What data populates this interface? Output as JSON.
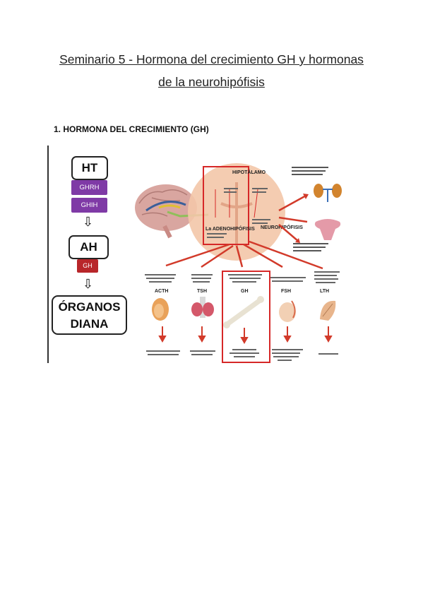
{
  "title_line1": "Seminario 5 - Hormona del crecimiento GH y hormonas",
  "title_line2": "de la neurohipófisis",
  "section_heading": "1. HORMONA DEL CRECIMIENTO (GH)",
  "flow": {
    "ht": "HT",
    "ghrh": "GHRH",
    "ghih": "GHIH",
    "ah": "AH",
    "gh": "GH",
    "organos_line1": "ÓRGANOS",
    "organos_line2": "DIANA",
    "arrow_glyph": "⇩"
  },
  "figure": {
    "hipotalamo": "HIPOTÁLAMO",
    "adenohipofisis": "La ADENOHIPÓFISIS",
    "neurohipofisis": "NEUROHIPÓFISIS",
    "hormones": [
      "ACTH",
      "TSH",
      "GH",
      "FSH",
      "LTH"
    ],
    "colors": {
      "frame": "#d62828",
      "arrows": "#d23a2a",
      "gland": "#f3c7a8"
    }
  }
}
